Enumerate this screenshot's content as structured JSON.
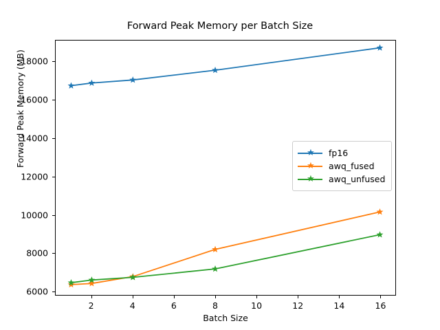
{
  "chart_data": {
    "type": "line",
    "title": "Forward Peak Memory per Batch Size",
    "xlabel": "Batch Size",
    "ylabel": "Forward Peak Memory (MB)",
    "x": [
      1,
      2,
      4,
      8,
      16
    ],
    "xlim": [
      0.25,
      16.75
    ],
    "ylim": [
      5800,
      19100
    ],
    "grid": false,
    "legend_position": "center right",
    "xticks": [
      2,
      4,
      6,
      8,
      10,
      12,
      14,
      16
    ],
    "xtick_labels": [
      "2",
      "4",
      "6",
      "8",
      "10",
      "12",
      "14",
      "16"
    ],
    "yticks": [
      6000,
      8000,
      10000,
      12000,
      14000,
      16000,
      18000
    ],
    "ytick_labels": [
      "6000",
      "8000",
      "10000",
      "12000",
      "14000",
      "16000",
      "18000"
    ],
    "marker": "star",
    "series": [
      {
        "name": "fp16",
        "color": "#1f77b4",
        "values": [
          16740,
          16880,
          17040,
          17550,
          18720
        ]
      },
      {
        "name": "awq_fused",
        "color": "#ff7f0e",
        "values": [
          6340,
          6400,
          6760,
          8180,
          10140
        ]
      },
      {
        "name": "awq_unfused",
        "color": "#2ca02c",
        "values": [
          6440,
          6580,
          6720,
          7160,
          8950
        ]
      }
    ]
  },
  "legend": {
    "entries": [
      {
        "label": "fp16"
      },
      {
        "label": "awq_fused"
      },
      {
        "label": "awq_unfused"
      }
    ]
  },
  "glyphs": {
    "star": "★"
  }
}
